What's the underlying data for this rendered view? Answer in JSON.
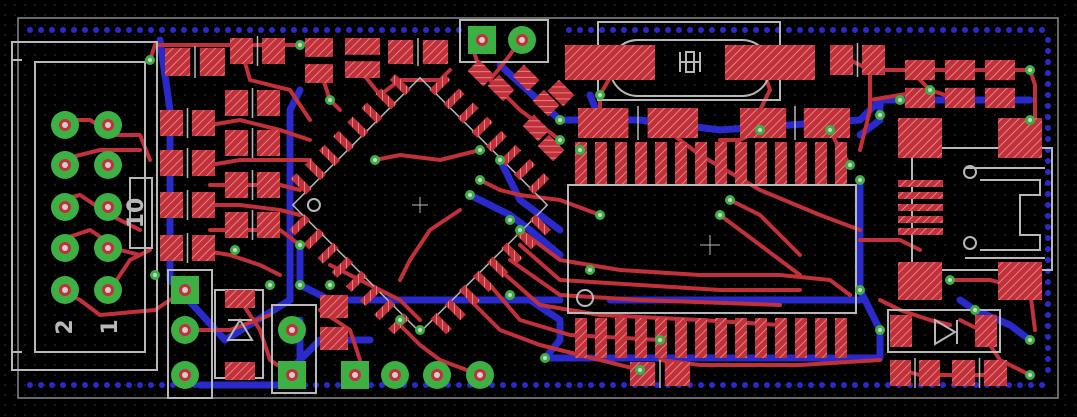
{
  "board": {
    "connector_labels": {
      "pin_high": "10",
      "pin_low_left": "2",
      "pin_low_right": "1"
    },
    "colors": {
      "background": "#000000",
      "grid": "#2a2a2a",
      "top_copper": "#c2303a",
      "bottom_copper": "#2a2acc",
      "pads": "#c2303a",
      "pad_hatch": "#e8a0a0",
      "via": "#3cb043",
      "via_hole": "#d0d0d0",
      "silkscreen": "#b8b8b8",
      "dim_line": "#8a8a8a"
    },
    "icons": {
      "crystal": "crystal-icon",
      "diode_left": "diode-icon",
      "diode_right": "diode-icon",
      "usb": "usb-connector-icon",
      "chip_tqfp": "tqfp-chip-icon",
      "chip_soic": "soic-chip-icon"
    }
  }
}
